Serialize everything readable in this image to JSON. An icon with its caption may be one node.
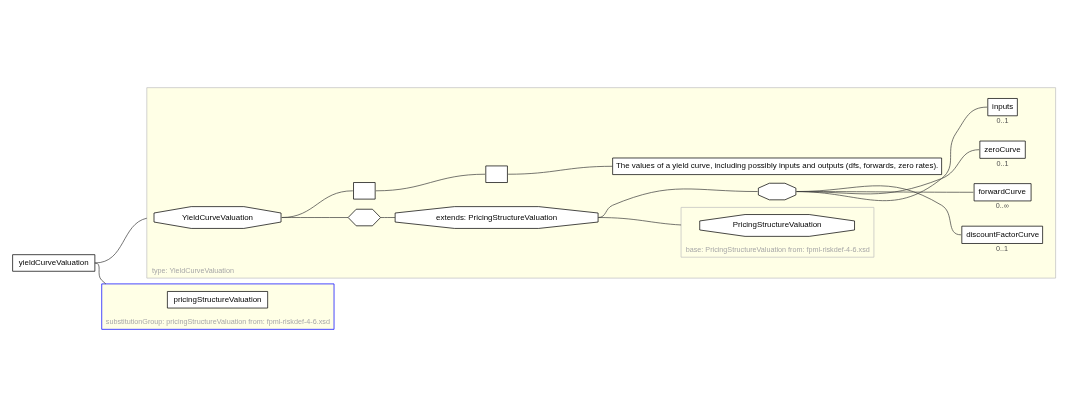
{
  "diagram": {
    "nodes": [
      {
        "text": [
          "yieldCurveValuation"
        ]
      },
      {
        "text": [
          "type: YieldCurveValuation"
        ]
      },
      {
        "text": [
          "YieldCurveValuation"
        ],
        "in": 1
      },
      {
        "text": [],
        "shape": "box",
        "in": 1
      },
      {
        "text": [],
        "shape": "box",
        "in": 1
      },
      {
        "text": [
          "The values of a yield curve, including possibly inputs and outputs (dfs, forwards, zero rates)."
        ],
        "in": 1
      },
      {
        "text": [],
        "shape": "hexagon",
        "in": 1
      },
      {
        "text": [
          "extends: PricingStructureValuation"
        ],
        "in": 1
      },
      {
        "text": [],
        "shape": "octagon",
        "in": 1
      },
      {
        "text": [
          "inputs"
        ],
        "beside": [
          "0..1"
        ],
        "in": 1
      },
      {
        "text": [
          "zeroCurve"
        ],
        "beside": [
          "0..1"
        ],
        "in": 1
      },
      {
        "text": [
          "forwardCurve"
        ],
        "beside": [
          "0..∞"
        ],
        "in": 1
      },
      {
        "text": [
          "discountFactorCurve"
        ],
        "beside": [
          "0..1"
        ],
        "in": 1
      },
      {
        "text": [
          "base: PricingStructureValuation from: fpml-riskdef-4-6.xsd"
        ],
        "in": 1
      },
      {
        "text": [
          "PricingStructureValuation"
        ],
        "in": 13
      },
      {
        "text": [
          "substitutionGroup: pricingStructureValuation from: fpml-riskdef-4-6.xsd"
        ]
      },
      {
        "text": [
          "pricingStructureValuation"
        ],
        "in": 15
      }
    ],
    "edges": [
      {
        "from": 0,
        "to": 15,
        "arrow": "none"
      },
      {
        "from": 0,
        "to": 1,
        "arrow": "none"
      },
      {
        "from": 2,
        "to": 6,
        "arrow": "none"
      },
      {
        "from": 6,
        "to": 7,
        "arrow": "none"
      },
      {
        "from": 7,
        "to": 13,
        "arrow": "none"
      },
      {
        "from": 7,
        "to": 8,
        "arrow": "none"
      },
      {
        "from": 8,
        "to": 12,
        "arrow": "none"
      },
      {
        "from": 8,
        "to": 11,
        "arrow": "none"
      },
      {
        "from": 8,
        "to": 10,
        "arrow": "none"
      },
      {
        "from": 8,
        "to": 9,
        "arrow": "none"
      },
      {
        "from": 2,
        "to": 3,
        "arrow": "none"
      },
      {
        "from": 3,
        "to": 4,
        "arrow": "none"
      },
      {
        "from": 4,
        "to": 5,
        "arrow": "none"
      }
    ]
  }
}
